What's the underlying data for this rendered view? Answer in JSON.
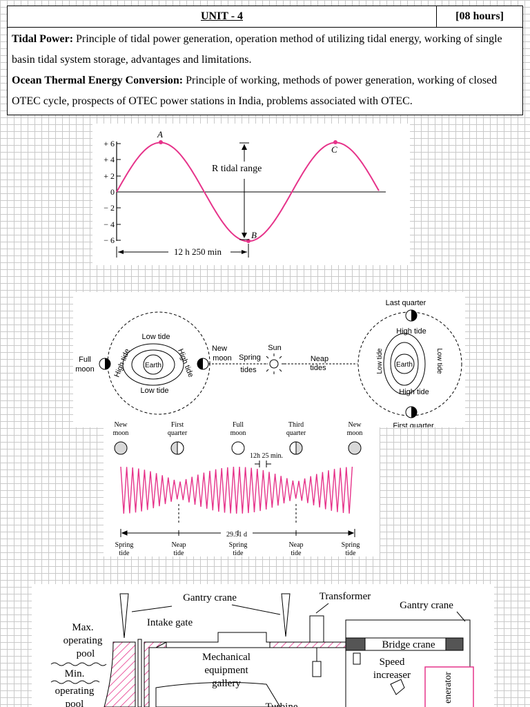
{
  "header": {
    "unit": "UNIT - 4",
    "hours": "[08 hours]"
  },
  "topics": [
    {
      "title": "Tidal Power:",
      "text": " Principle of tidal power generation, operation method of utilizing tidal energy, working of single basin tidal system storage, advantages and limitations."
    },
    {
      "title": "Ocean Thermal Energy Conversion:",
      "text": " Principle of working, methods of power generation, working of closed OTEC cycle, prospects of OTEC power stations in India, problems associated with OTEC."
    }
  ],
  "fig1": {
    "y_ticks": [
      "+ 6",
      "+ 4",
      "+ 2",
      "0",
      "− 2",
      "− 4",
      "− 6"
    ],
    "point_a": "A",
    "point_b": "B",
    "point_c": "C",
    "range_label": "R tidal range",
    "period_label": "12 h 250 min",
    "curve_color": "#e6338a"
  },
  "fig2": {
    "last_quarter": "Last quarter",
    "first_quarter": "First quarter",
    "left_low_tide_top": "Low tide",
    "left_low_tide_bottom": "Low tide",
    "left_high_tide_left": "High tide",
    "left_high_tide_right": "High tide",
    "earth": "Earth",
    "full_moon_1": "Full",
    "full_moon_2": "moon",
    "new_moon_1": "New",
    "new_moon_2": "moon",
    "spring_tides_1": "Spring",
    "spring_tides_2": "tides",
    "sun": "Sun",
    "neap_tides_1": "Neap",
    "neap_tides_2": "tides",
    "right_high_tide_top": "High tide",
    "right_high_tide_bottom": "High tide",
    "right_low_tide_left": "Low tide",
    "right_low_tide_right": "Low tide"
  },
  "fig3": {
    "phases": [
      {
        "line1": "New",
        "line2": "moon"
      },
      {
        "line1": "First",
        "line2": "quarter"
      },
      {
        "line1": "Full",
        "line2": "moon"
      },
      {
        "line1": "Third",
        "line2": "quarter"
      },
      {
        "line1": "New",
        "line2": "moon"
      }
    ],
    "interval_label": "12h 25 min.",
    "period_label": "29.51 d",
    "tides": [
      {
        "line1": "Spring",
        "line2": "tide"
      },
      {
        "line1": "Neap",
        "line2": "tide"
      },
      {
        "line1": "Spring",
        "line2": "tide"
      },
      {
        "line1": "Neap",
        "line2": "tide"
      },
      {
        "line1": "Spring",
        "line2": "tide"
      }
    ],
    "wave_color": "#e6338a"
  },
  "fig4": {
    "gantry_crane_left": "Gantry crane",
    "transformer": "Transformer",
    "gantry_crane_right": "Gantry crane",
    "max_pool_1": "Max.",
    "max_pool_2": "operating",
    "max_pool_3": "pool",
    "intake_gate": "Intake gate",
    "mech_1": "Mechanical",
    "mech_2": "equipment",
    "mech_3": "gallery",
    "bridge_crane": "Bridge crane",
    "speed_1": "Speed",
    "speed_2": "increaser",
    "min_pool_1": "Min.",
    "min_pool_2": "operating",
    "min_pool_3": "pool",
    "turbine": "Turbine",
    "generator": "enerator",
    "accent_color": "#e6338a"
  }
}
